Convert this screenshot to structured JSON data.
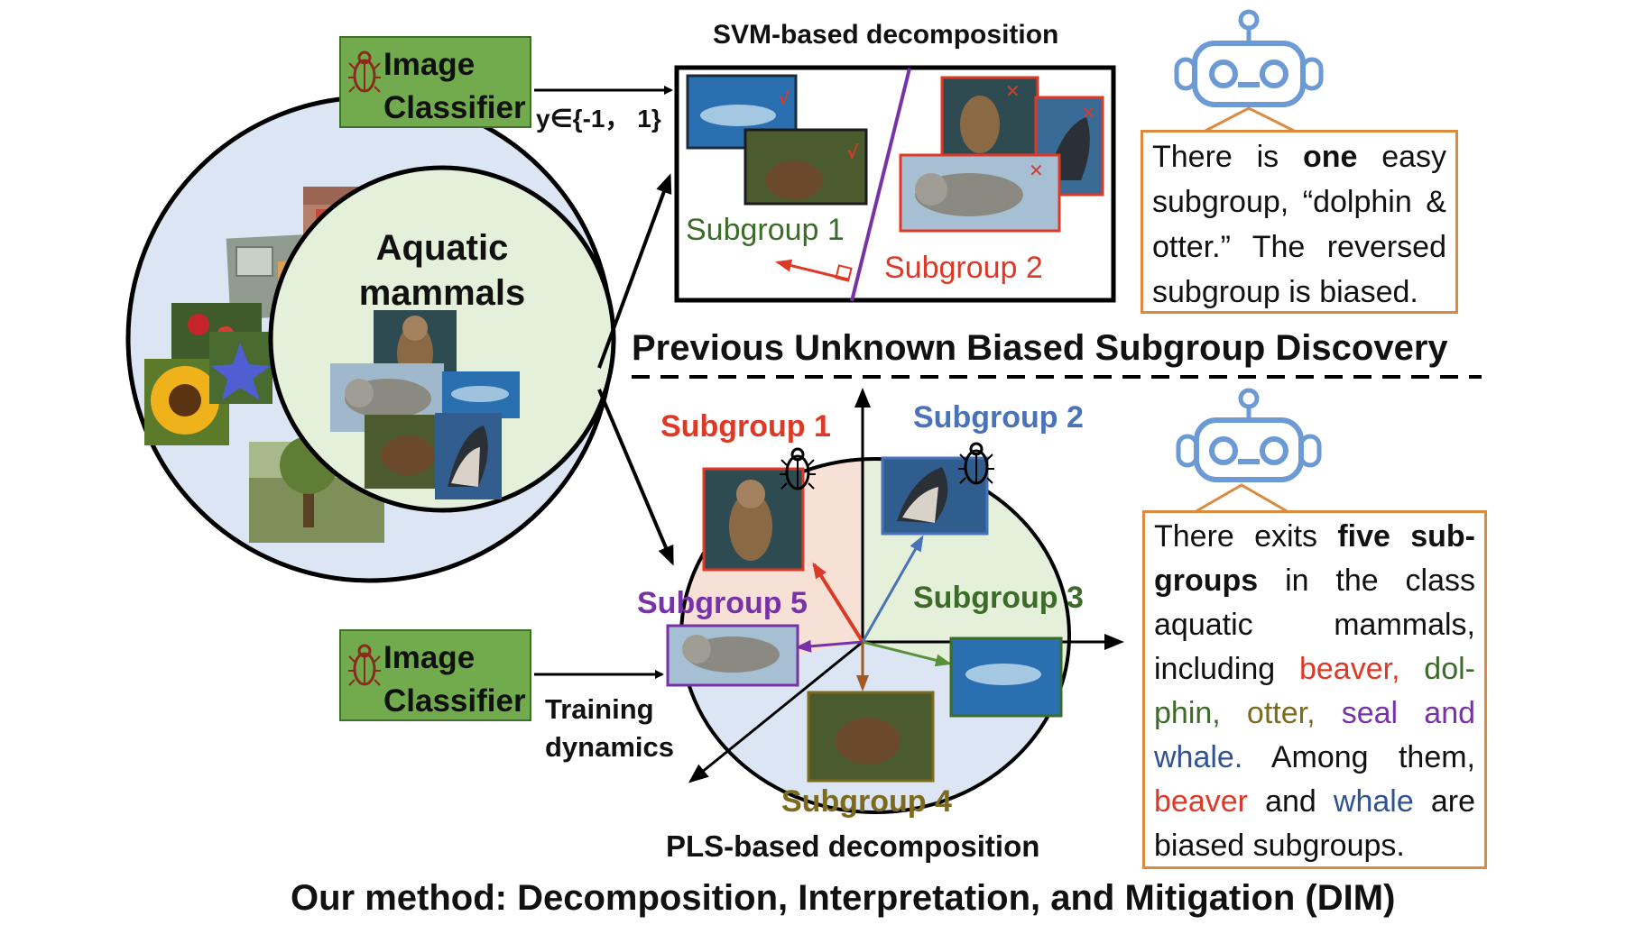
{
  "top": {
    "classifier_label": [
      "Image",
      "Classifier"
    ],
    "label_output": "y∈{-1， 1}",
    "title": "SVM-based decomposition",
    "subgroup1": "Subgroup 1",
    "subgroup2": "Subgroup 2",
    "check_mark": "√",
    "cross_mark": "✕",
    "explanation": {
      "t1": "There is ",
      "t2": "one",
      "t3": " easy subgroup, “dolphin & otter.” The reversed subgroup is biased."
    },
    "section_title": "Previous Unknown Biased Subgroup Discovery"
  },
  "left": {
    "class_label": [
      "Aquatic",
      "mammals"
    ]
  },
  "bottom": {
    "classifier_label": [
      "Image",
      "Classifier"
    ],
    "input_label": [
      "Training",
      "dynamics"
    ],
    "subgroups": {
      "s1": "Subgroup 1",
      "s2": "Subgroup 2",
      "s3": "Subgroup 3",
      "s4": "Subgroup 4",
      "s5": "Subgroup 5"
    },
    "title": "PLS-based decomposition",
    "explanation": {
      "p1": "There exits ",
      "p2": "five sub-groups",
      "p3": " in the class aquatic mammals, including ",
      "beaver": "beaver,",
      "dolphin": "dol-phin,",
      "otter": "otter,",
      "seal": "seal",
      "and1": "and",
      "whale": "whale.",
      "p4": " Among them, ",
      "beaver2": "beaver",
      "and2": " and ",
      "whale2": "whale",
      "p5": " are biased subgroups."
    },
    "method_title": "Our method: Decomposition, Interpretation, and Mitigation (DIM)"
  },
  "colors": {
    "classifier_green": "#71ab4e",
    "callout_orange": "#dd8a3e",
    "robot_blue": "#6c9ad4",
    "red": "#dc3a27",
    "blue": "#4a72b8",
    "green": "#3d6b2a",
    "olive": "#7c6a1e",
    "purple": "#7732a8",
    "pale_blue": "#dbe5f3",
    "pale_green": "#e4f0da",
    "pale_peach": "#f7e1d6"
  }
}
